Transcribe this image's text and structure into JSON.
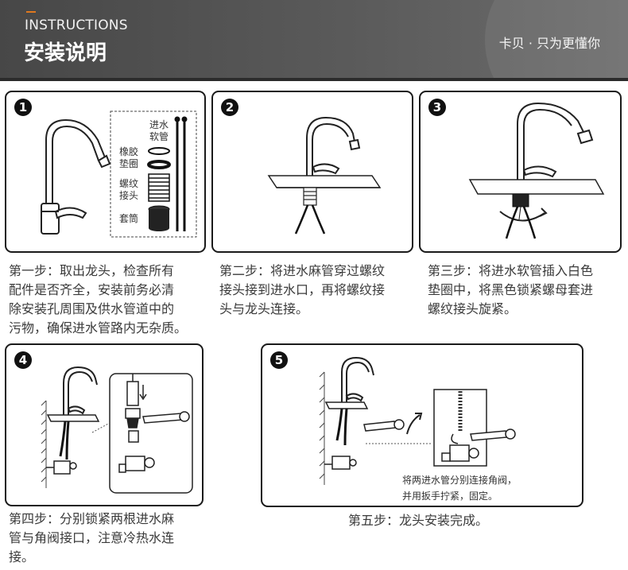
{
  "header": {
    "title_en": "INSTRUCTIONS",
    "title_zh": "安装说明",
    "slogan": "卡贝 · 只为更懂你"
  },
  "steps": [
    {
      "number": "1",
      "description": [
        "第一步：取出龙头，检查所有",
        "配件是否齐全，安装前务必清",
        "除安装孔周围及供水管道中的",
        "污物，确保进水管路内无杂质。"
      ],
      "parts": {
        "hose": [
          "进水",
          "软管"
        ],
        "gasket": [
          "橡胶",
          "垫圈"
        ],
        "thread": [
          "螺纹",
          "接头"
        ],
        "sleeve": "套筒"
      }
    },
    {
      "number": "2",
      "description": [
        "第二步：将进水麻管穿过螺纹",
        "接头接到进水口，再将螺纹接",
        "头与龙头连接。"
      ]
    },
    {
      "number": "3",
      "description": [
        "第三步：将进水软管插入白色",
        "垫圈中，将黑色锁紧螺母套进",
        "螺纹接头旋紧。"
      ]
    },
    {
      "number": "4",
      "description": [
        "第四步：分别锁紧两根进水麻",
        "管与角阀接口，注意冷热水连",
        "接。"
      ]
    },
    {
      "number": "5",
      "description": [
        "第五步：龙头安装完成。"
      ],
      "note": [
        "将两进水管分别连接角阀，",
        "并用扳手拧紧，固定。"
      ]
    }
  ]
}
